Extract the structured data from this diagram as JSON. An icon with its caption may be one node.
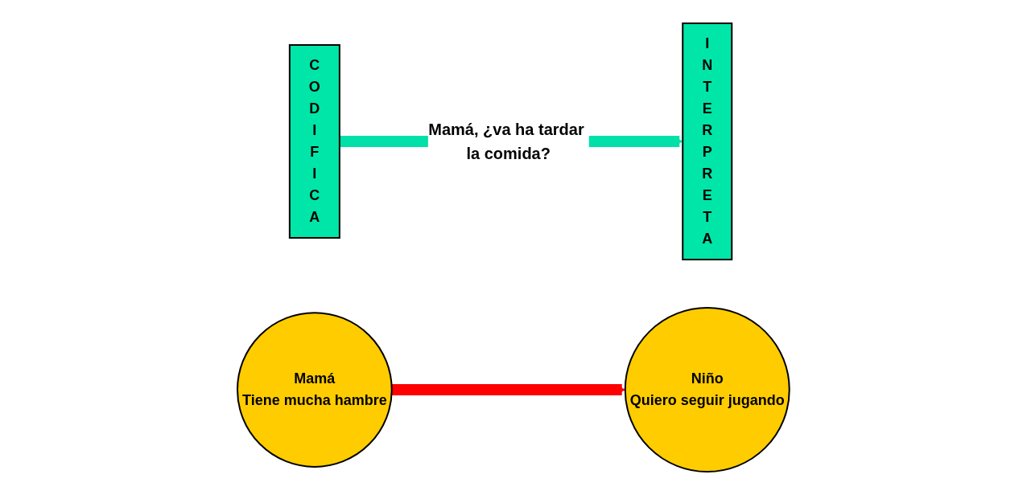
{
  "diagram": {
    "nodes": [
      {
        "text": [
          "Niño",
          "Quiero seguir jugando"
        ]
      },
      {
        "text": [
          "CODIFICA"
        ]
      },
      {
        "text": [
          "INTERPRETA"
        ]
      },
      {
        "text": [
          "Mamá",
          "Tiene mucha hambre"
        ]
      }
    ],
    "edges": [
      {
        "from": 1,
        "to": 2,
        "arrow": "to",
        "label": "Mamá, ¿va ha tardar la comida?",
        "color": "#00e0a8"
      },
      {
        "from": 3,
        "to": 0,
        "arrow": "to",
        "color": "#ff0000"
      }
    ]
  }
}
